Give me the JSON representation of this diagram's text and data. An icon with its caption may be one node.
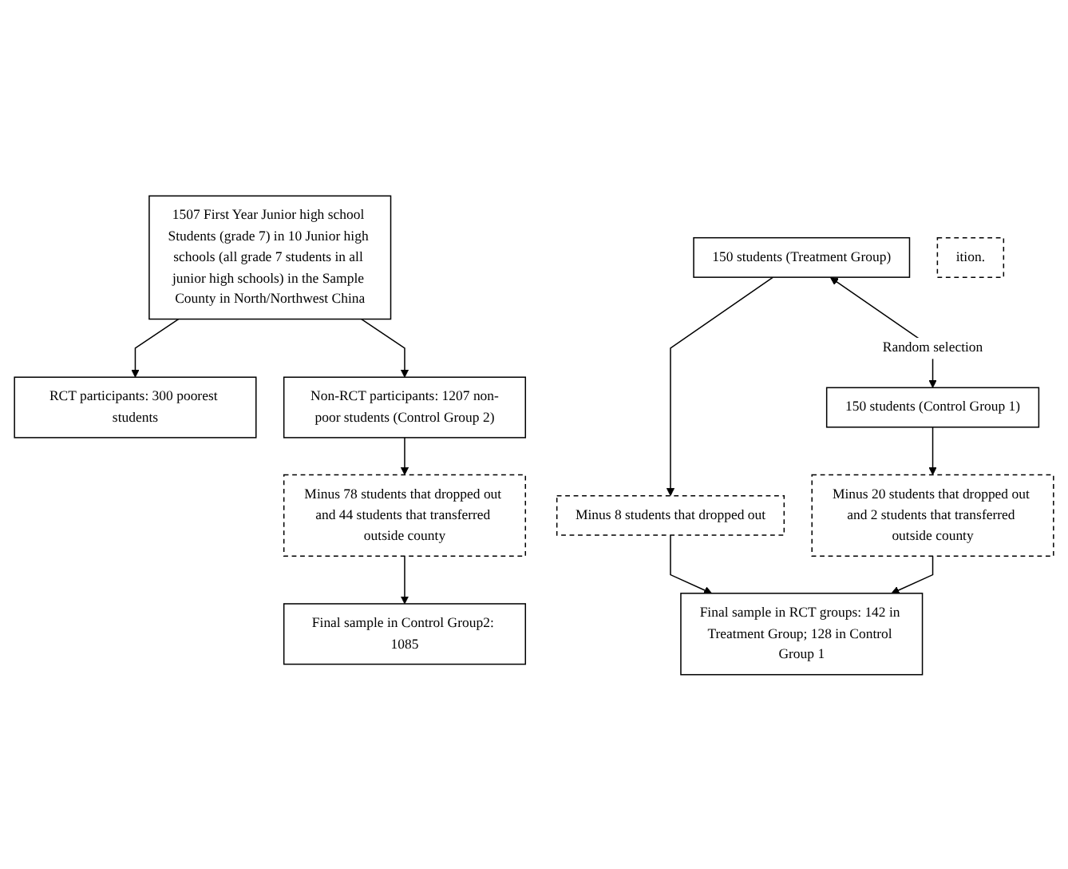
{
  "diagram": {
    "nodes": [
      {
        "text": [
          "1507 First Year Junior high school Students (grade 7) in 10 Junior high schools (all grade 7 students in all junior high schools) in the Sample County in North/Northwest China"
        ]
      },
      {
        "text": [
          "RCT participants: 300 poorest students"
        ]
      },
      {
        "text": [
          "Non-RCT participants: 1207 non-poor students (Control Group 2)"
        ]
      },
      {
        "text": [
          "150 students (Treatment Group)"
        ]
      },
      {
        "text": [
          "150 students (Control Group 1)"
        ]
      },
      {
        "text": [
          "Minus 8 students that dropped out"
        ]
      },
      {
        "text": [
          "Minus 20 students that dropped out and 2 students that transferred outside county"
        ]
      },
      {
        "text": [
          "Minus 78 students that dropped out and 44 students that transferred outside county"
        ]
      },
      {
        "text": [
          "Final sample in RCT groups: 142 in Treatment Group; 128 in Control Group 1"
        ]
      },
      {
        "text": [
          "Final sample in Control Group2: 1085"
        ]
      },
      {
        "text": [
          "ition."
        ]
      }
    ],
    "edges": [
      {
        "from": 0,
        "to": 1,
        "arrow": "to"
      },
      {
        "from": 0,
        "to": 2,
        "arrow": "to"
      },
      {
        "from": 3,
        "to": 4,
        "arrow": "both",
        "label": "Random selection"
      },
      {
        "from": 3,
        "to": 5,
        "arrow": "to"
      },
      {
        "from": 4,
        "to": 6,
        "arrow": "to"
      },
      {
        "from": 2,
        "to": 7,
        "arrow": "to"
      },
      {
        "from": 5,
        "to": 8,
        "arrow": "to"
      },
      {
        "from": 6,
        "to": 8,
        "arrow": "to"
      },
      {
        "from": 7,
        "to": 9,
        "arrow": "to"
      }
    ]
  }
}
